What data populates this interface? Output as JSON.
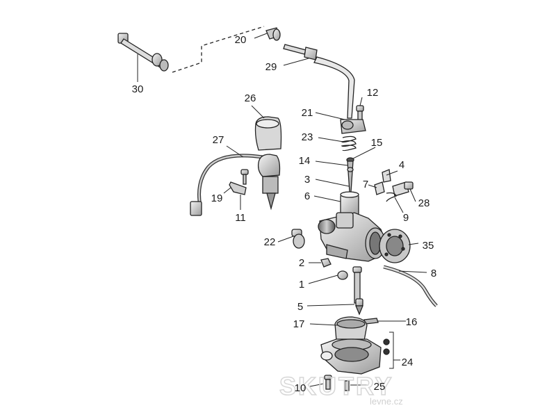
{
  "diagram": {
    "callouts": [
      {
        "id": "20",
        "label": "20"
      },
      {
        "id": "29",
        "label": "29"
      },
      {
        "id": "30",
        "label": "30"
      },
      {
        "id": "12",
        "label": "12"
      },
      {
        "id": "26",
        "label": "26"
      },
      {
        "id": "21",
        "label": "21"
      },
      {
        "id": "23",
        "label": "23"
      },
      {
        "id": "15",
        "label": "15"
      },
      {
        "id": "27",
        "label": "27"
      },
      {
        "id": "14",
        "label": "14"
      },
      {
        "id": "4",
        "label": "4"
      },
      {
        "id": "3",
        "label": "3"
      },
      {
        "id": "7",
        "label": "7"
      },
      {
        "id": "6",
        "label": "6"
      },
      {
        "id": "28",
        "label": "28"
      },
      {
        "id": "19",
        "label": "19"
      },
      {
        "id": "9",
        "label": "9"
      },
      {
        "id": "11",
        "label": "11"
      },
      {
        "id": "22",
        "label": "22"
      },
      {
        "id": "35",
        "label": "35"
      },
      {
        "id": "2",
        "label": "2"
      },
      {
        "id": "8",
        "label": "8"
      },
      {
        "id": "1",
        "label": "1"
      },
      {
        "id": "5",
        "label": "5"
      },
      {
        "id": "17",
        "label": "17"
      },
      {
        "id": "16",
        "label": "16"
      },
      {
        "id": "24",
        "label": "24"
      },
      {
        "id": "10",
        "label": "10"
      },
      {
        "id": "25",
        "label": "25"
      }
    ]
  },
  "watermark": {
    "brand": "SKUTRY",
    "site": "levne.cz"
  },
  "colors": {
    "line": "#222222",
    "part_fill": "#e6e6e6",
    "part_dark": "#9a9a9a",
    "watermark": "#d9d9d9"
  }
}
